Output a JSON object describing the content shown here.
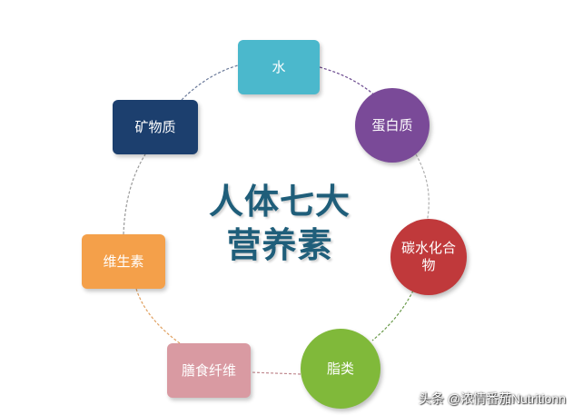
{
  "center_title": {
    "line1": "人体七大",
    "line2": "营养素",
    "color": "#1f5e7a"
  },
  "nodes": {
    "water": {
      "label": "水",
      "shape": "rounded-rect",
      "color": "#4bb8cc"
    },
    "protein": {
      "label": "蛋白质",
      "shape": "circle",
      "color": "#7a4a98"
    },
    "carb": {
      "label": "碳水化合物",
      "shape": "circle",
      "color": "#c0393b"
    },
    "fat": {
      "label": "脂类",
      "shape": "circle",
      "color": "#80b93a"
    },
    "fiber": {
      "label": "膳食纤维",
      "shape": "rounded-rect",
      "color": "#d99aa2"
    },
    "vitamin": {
      "label": "维生素",
      "shape": "rounded-rect",
      "color": "#f4a04a"
    },
    "mineral": {
      "label": "矿物质",
      "shape": "rounded-rect",
      "color": "#1c3f6e"
    }
  },
  "connector_colors": {
    "water_protein": "#6b4a8f",
    "protein_carb": "#b0b0b0",
    "carb_fat": "#6a9a4a",
    "fat_fiber": "#c08a90",
    "fiber_vitamin": "#e0a060",
    "vitamin_mineral": "#9a9a9a",
    "mineral_water": "#6b7a9a"
  },
  "watermark": "头条 @浓情番茄Nutritionn"
}
